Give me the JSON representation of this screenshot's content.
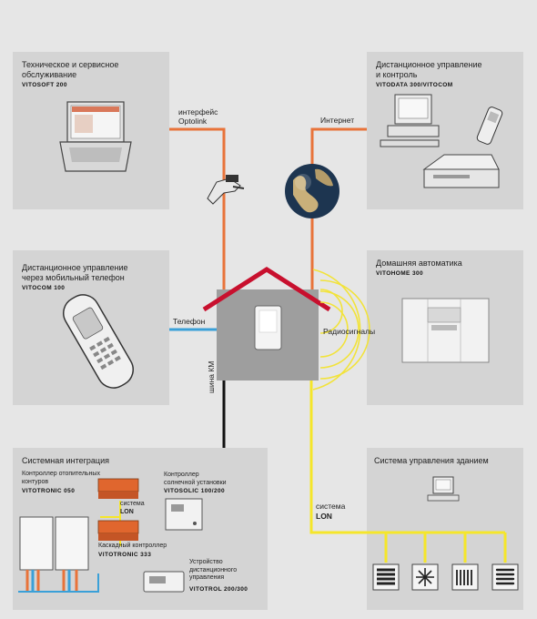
{
  "panels": {
    "service": {
      "title_1": "Техническое и сервисное",
      "title_2": "обслуживание",
      "code": "VITOSOFT 200"
    },
    "remote": {
      "title_1": "Дистанционное управление",
      "title_2": "и контроль",
      "code": "VITODATA 300/VITOCOM"
    },
    "mobile": {
      "title_1": "Дистанционное управление",
      "title_2": "через мобильный телефон",
      "code": "VITOCOM 100"
    },
    "home": {
      "title": "Домашняя автоматика",
      "code": "VITOHOME 300"
    },
    "integration": {
      "title": "Системная интеграция",
      "heating_1": "Контроллер отопительных",
      "heating_2": "контуров",
      "heating_code": "VITOTRONIC 050",
      "lon_1": "система",
      "lon_2": "LON",
      "cascade": "Каскадный контроллер",
      "cascade_code": "VITOTRONIC 333",
      "solar_1": "Контроллер",
      "solar_2": "солнечной установки",
      "solar_code": "VITOSOLIC 100/200",
      "remote_1": "Устройство",
      "remote_2": "дистанционного",
      "remote_3": "управления",
      "remote_code": "VITOTROL 200/300"
    },
    "building": {
      "title": "Система управления зданием"
    }
  },
  "links": {
    "optolink_1": "интерфейс",
    "optolink_2": "Optolink",
    "internet": "Интернет",
    "phone": "Телефон",
    "radio": "Радиосигналы",
    "km_bus": "шина КМ",
    "lon_1": "система",
    "lon_2": "LON"
  },
  "colors": {
    "optolink": "#e8733a",
    "phone": "#3aa0d8",
    "lon": "#f5e62a",
    "km": "#111111",
    "roof": "#c8102e",
    "controller": "#e0662e"
  }
}
